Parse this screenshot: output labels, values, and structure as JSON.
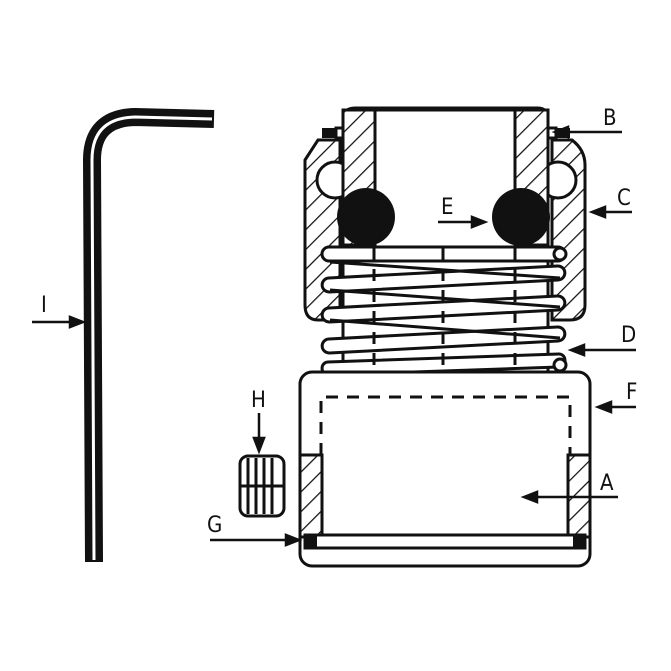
{
  "diagram": {
    "labels": {
      "a": "A",
      "b": "B",
      "c": "C",
      "d": "D",
      "e": "E",
      "f": "F",
      "g": "G",
      "h": "H",
      "i": "I"
    },
    "colors": {
      "ink": "#111111",
      "background": "#ffffff"
    }
  }
}
